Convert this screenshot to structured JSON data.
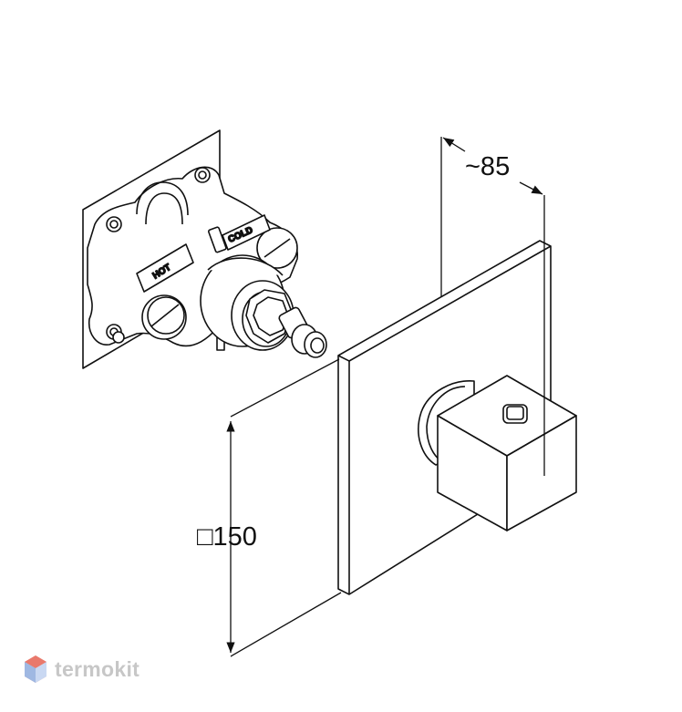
{
  "dimensions": {
    "depth_label": "~85",
    "side_label": "□150"
  },
  "valve_labels": {
    "hot": "HOT",
    "cold": "COLD"
  },
  "watermark": {
    "brand": "termokit",
    "icon": "termokit-hexagon-logo"
  }
}
